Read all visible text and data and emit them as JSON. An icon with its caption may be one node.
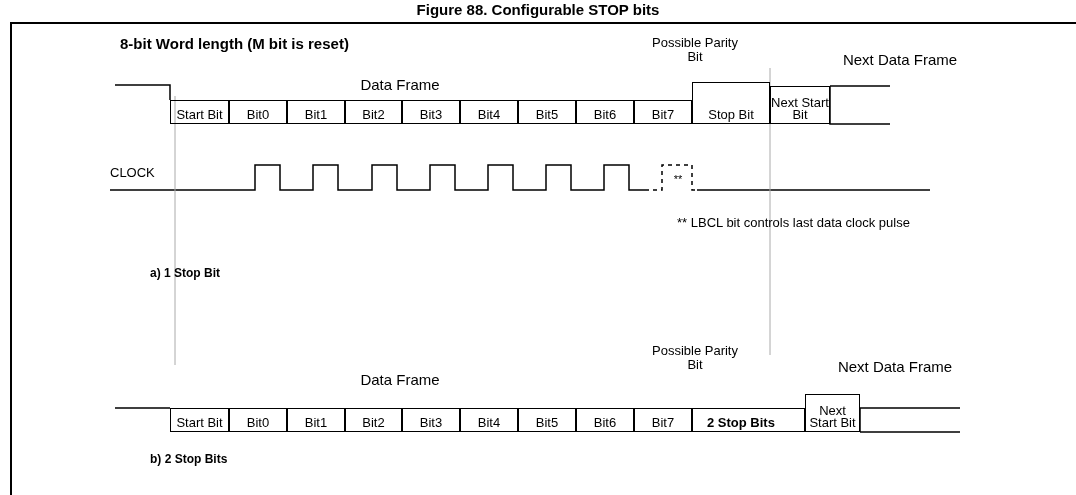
{
  "diagram": {
    "title": "Figure 88. Configurable STOP bits",
    "nodes": [
      {
        "text": [
          "Start Bit"
        ]
      },
      {
        "text": [
          "Bit0"
        ]
      },
      {
        "text": [
          "Bit1"
        ]
      },
      {
        "text": [
          "Bit2"
        ]
      },
      {
        "text": [
          "Bit3"
        ]
      },
      {
        "text": [
          "Bit4"
        ]
      },
      {
        "text": [
          "Bit5"
        ]
      },
      {
        "text": [
          "Bit6"
        ]
      },
      {
        "text": [
          "Bit7"
        ]
      },
      {
        "text": [
          "Stop Bit"
        ]
      },
      {
        "text": [
          "Next Start Bit"
        ]
      },
      {
        "text": [
          "Start Bit"
        ]
      },
      {
        "text": [
          "Bit0"
        ]
      },
      {
        "text": [
          "Bit1"
        ]
      },
      {
        "text": [
          "Bit2"
        ]
      },
      {
        "text": [
          "Bit3"
        ]
      },
      {
        "text": [
          "Bit4"
        ]
      },
      {
        "text": [
          "Bit5"
        ]
      },
      {
        "text": [
          "Bit6"
        ]
      },
      {
        "text": [
          "Bit7"
        ]
      },
      {
        "text": [
          "2 Stop Bits"
        ]
      },
      {
        "text": [
          "Next Start Bit"
        ]
      }
    ],
    "edges": [],
    "labels": [
      "8-bit Word length (M bit is reset)",
      "Data Frame",
      "Possible Parity Bit",
      "Next Data Frame",
      "CLOCK",
      "**",
      "** LBCL bit controls last data clock pulse",
      "a) 1 Stop Bit",
      "Data Frame",
      "Possible Parity Bit",
      "Next Data Frame",
      "b) 2 Stop Bits"
    ]
  }
}
